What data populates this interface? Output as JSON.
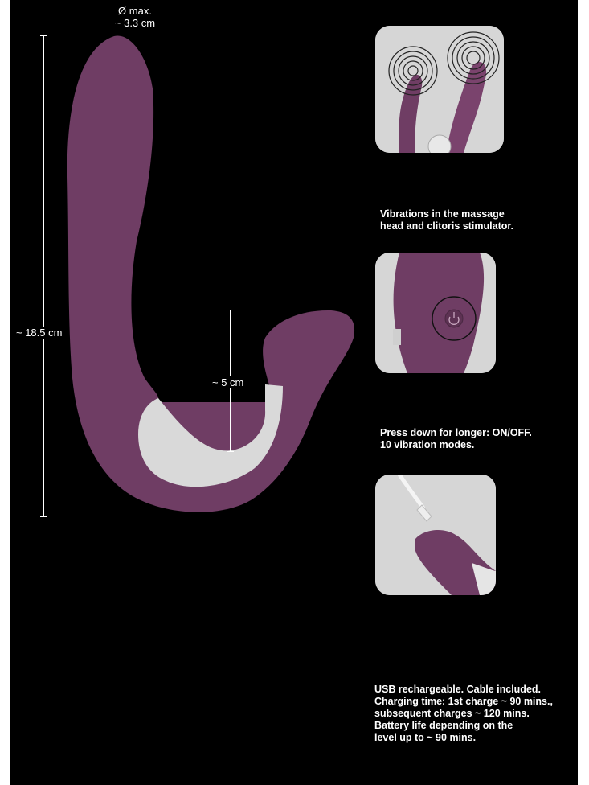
{
  "product": {
    "dimensions": {
      "diameter_label_line1": "Ø max.",
      "diameter_label_line2": "~ 3.3 cm",
      "length_label": "~ 18.5 cm",
      "gap_label": "~ 5 cm"
    },
    "colors": {
      "body_purple": "#6f3d64",
      "saddle_grey": "#d9d9d9",
      "background": "#000000"
    }
  },
  "features": [
    {
      "name": "vibration",
      "icon": "vibration-rings-icon",
      "caption": "Vibrations in the massage\nhead and clitoris stimulator."
    },
    {
      "name": "button",
      "icon": "power-button-icon",
      "caption": "Press down for longer: ON/OFF.\n10 vibration modes."
    },
    {
      "name": "usb",
      "icon": "usb-cable-icon",
      "caption": "USB rechargeable. Cable included.\nCharging time: 1st charge ~ 90 mins.,\nsubsequent charges ~ 120 mins.\nBattery life depending on the\nlevel up to ~ 90 mins."
    }
  ]
}
